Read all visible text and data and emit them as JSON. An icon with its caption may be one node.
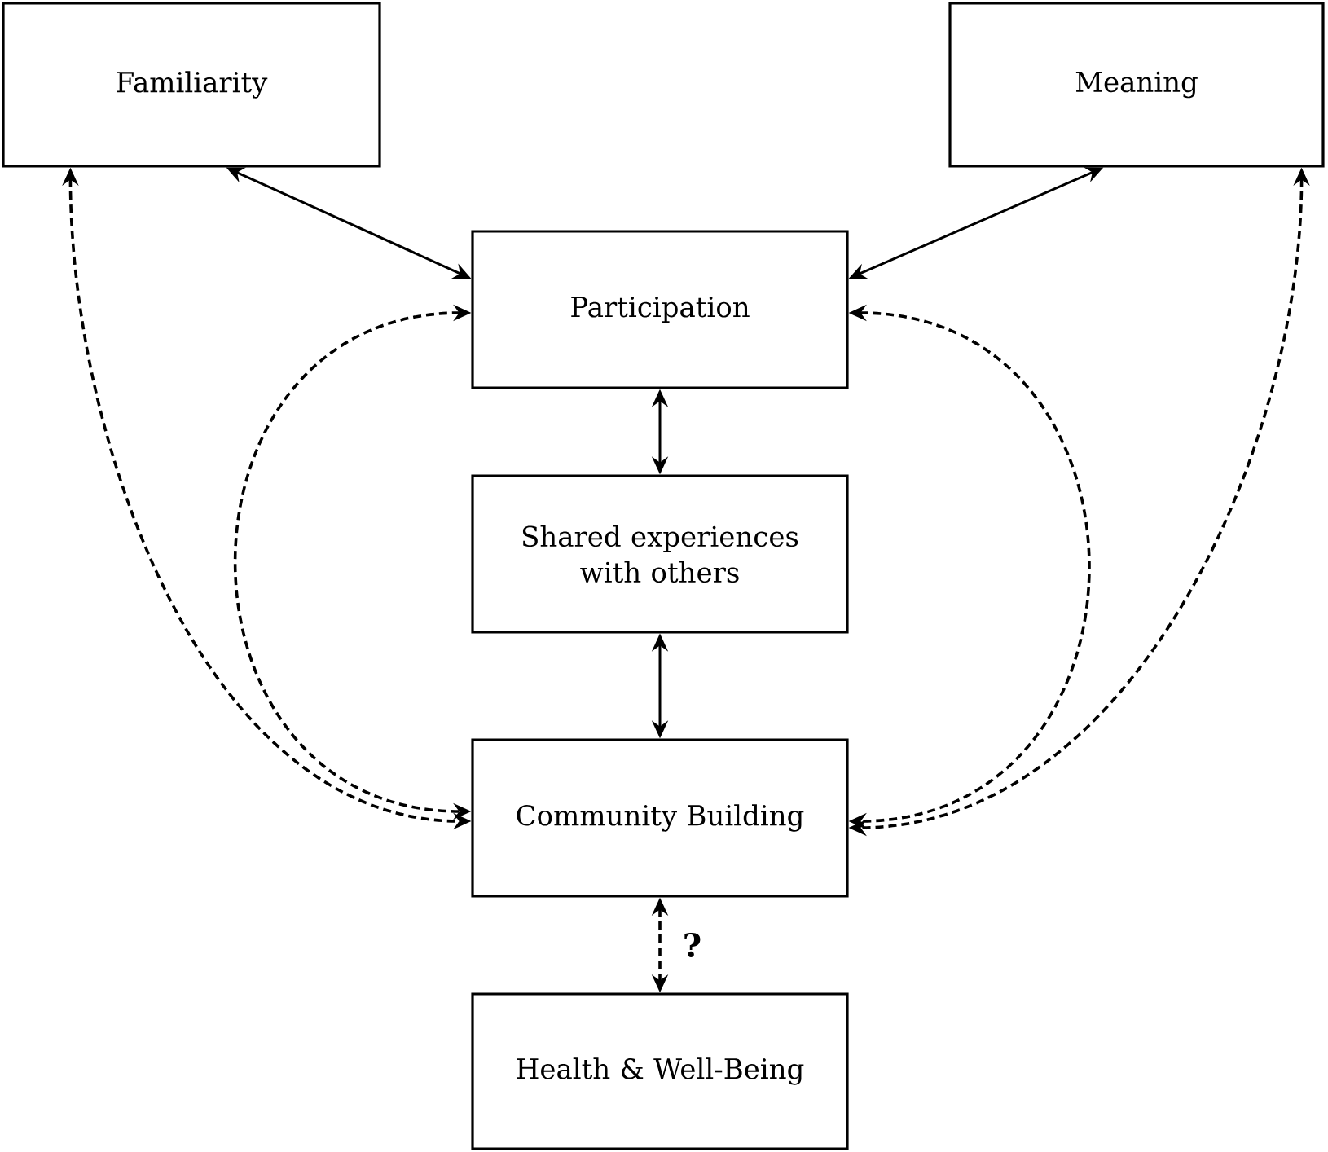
{
  "diagram": {
    "nodes": [
      {
        "text": [
          "Familiarity"
        ]
      },
      {
        "text": [
          "Meaning"
        ]
      },
      {
        "text": [
          "Participation"
        ]
      },
      {
        "text": [
          "Shared experiences with others"
        ]
      },
      {
        "text": [
          "Community Building"
        ]
      },
      {
        "text": [
          "Health & Well-Being"
        ]
      }
    ],
    "edges": [
      {
        "from": 0,
        "to": 2,
        "arrow": "both"
      },
      {
        "from": 1,
        "to": 2,
        "arrow": "both"
      },
      {
        "from": 2,
        "to": 3,
        "arrow": "both"
      },
      {
        "from": 3,
        "to": 4,
        "arrow": "both"
      },
      {
        "from": 0,
        "to": 4,
        "arrow": "both",
        "style": "dashed"
      },
      {
        "from": 2,
        "to": 4,
        "arrow": "both",
        "style": "dashed"
      },
      {
        "from": 2,
        "to": 4,
        "arrow": "both",
        "style": "dashed"
      },
      {
        "from": 1,
        "to": 4,
        "arrow": "both",
        "style": "dashed"
      },
      {
        "from": 4,
        "to": 5,
        "arrow": "both",
        "style": "dashed",
        "label": "?"
      }
    ]
  }
}
